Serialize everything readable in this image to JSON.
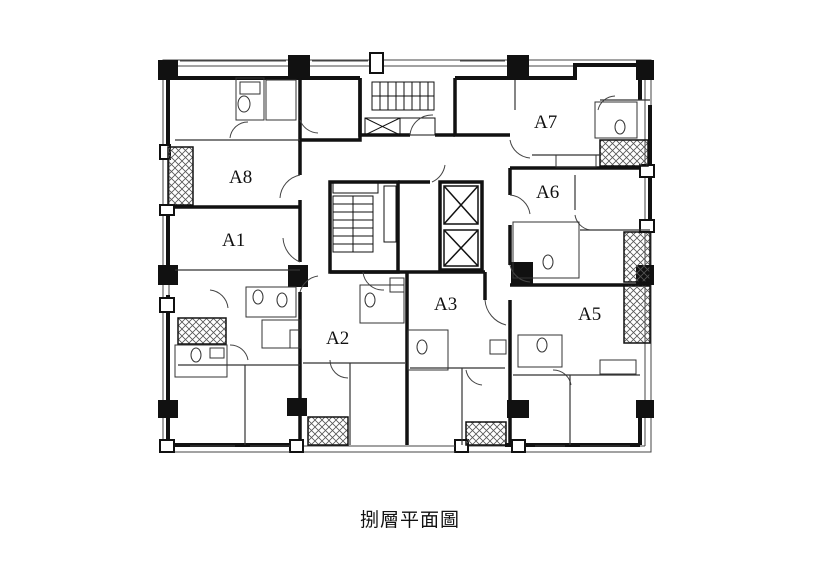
{
  "plan": {
    "units": [
      "A1",
      "A2",
      "A3",
      "A5",
      "A6",
      "A7",
      "A8"
    ],
    "caption": "捌層平面圖"
  },
  "colors": {
    "wall": "#111111",
    "line": "#444444",
    "hatch": "#555555",
    "background": "#ffffff"
  }
}
